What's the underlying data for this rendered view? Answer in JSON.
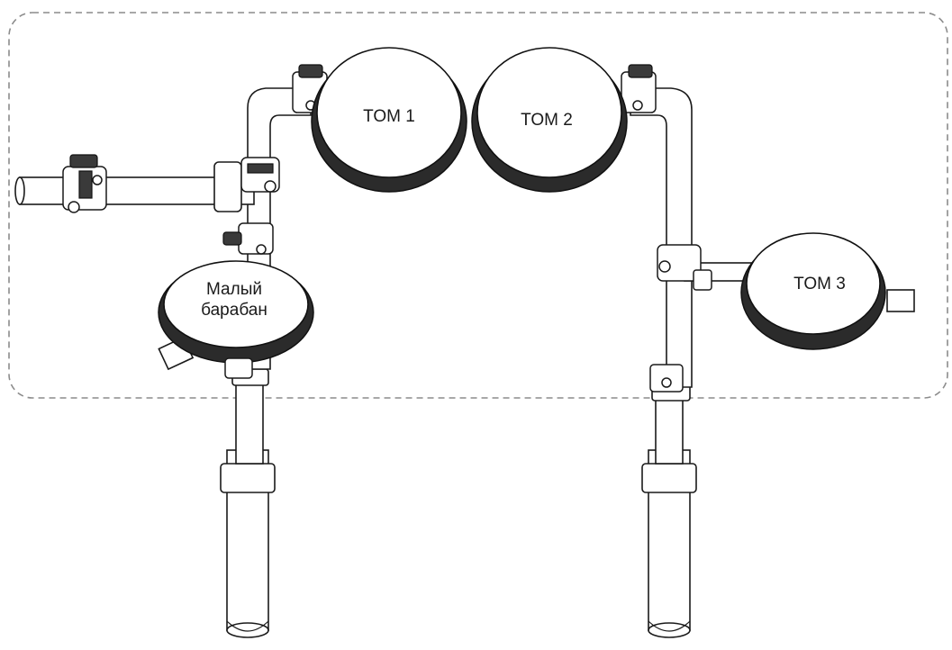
{
  "labels": {
    "tom1": "TOM 1",
    "tom2": "TOM 2",
    "tom3": "TOM 3",
    "snare_line1": "Малый",
    "snare_line2": "барабан"
  },
  "colors": {
    "line": "#1a1a1a",
    "dashed_frame": "#8c8c8c",
    "pad_rim": "#2b2b2b",
    "background": "#ffffff"
  }
}
